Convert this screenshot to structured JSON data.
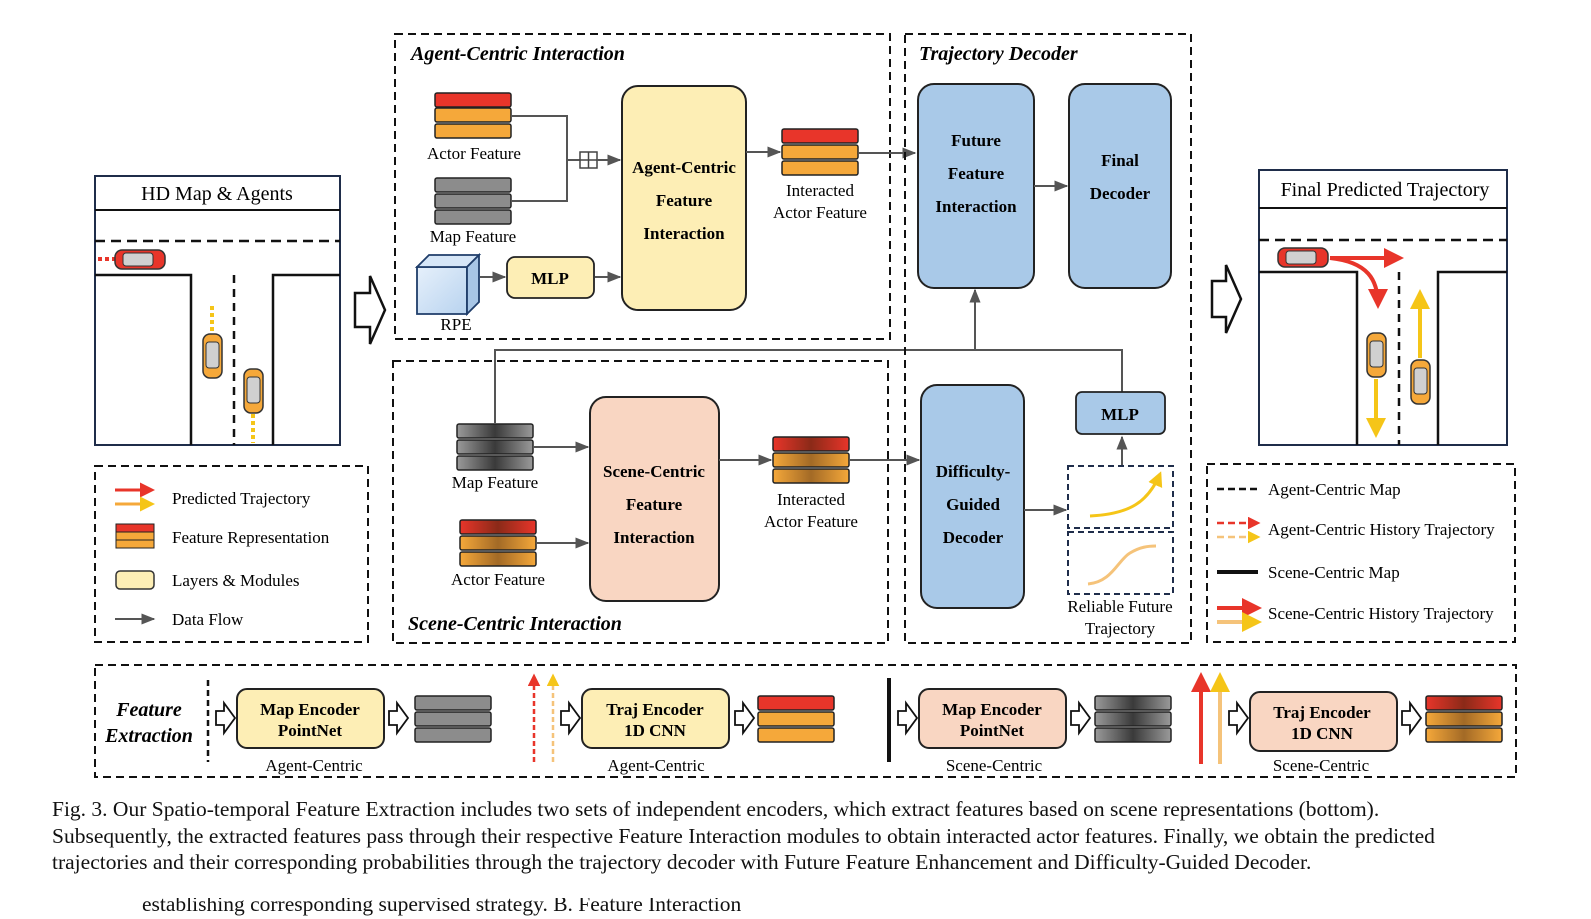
{
  "hd_map": {
    "title": "HD Map & Agents"
  },
  "agent_centric": {
    "title": "Agent-Centric Interaction",
    "actor_feature": "Actor Feature",
    "map_feature": "Map Feature",
    "rpe": "RPE",
    "mlp": "MLP",
    "module": [
      "Agent-Centric",
      "Feature",
      "Interaction"
    ],
    "output": [
      "Interacted",
      "Actor Feature"
    ]
  },
  "scene_centric": {
    "title": "Scene-Centric Interaction",
    "map_feature": "Map Feature",
    "actor_feature": "Actor  Feature",
    "module": [
      "Scene-Centric",
      "Feature",
      "Interaction"
    ],
    "output": [
      "Interacted",
      "Actor Feature"
    ]
  },
  "decoder": {
    "title": "Trajectory Decoder",
    "future": [
      "Future",
      "Feature",
      "Interaction"
    ],
    "final": [
      "Final",
      "Decoder"
    ],
    "difficulty": [
      "Difficulty-",
      "Guided",
      "Decoder"
    ],
    "mlp": "MLP",
    "reliable": [
      "Reliable Future",
      "Trajectory"
    ]
  },
  "final_panel": {
    "title": "Final Predicted Trajectory"
  },
  "legend_left": [
    {
      "label": "Predicted Trajectory"
    },
    {
      "label": "Feature Representation"
    },
    {
      "label": "Layers & Modules"
    },
    {
      "label": "Data Flow"
    }
  ],
  "legend_right": [
    {
      "label": "Agent-Centric Map"
    },
    {
      "label": "Agent-Centric History Trajectory"
    },
    {
      "label": "Scene-Centric Map"
    },
    {
      "label": "Scene-Centric History Trajectory"
    }
  ],
  "feature_extraction": {
    "title": [
      "Feature",
      "Extraction"
    ],
    "encoders": [
      {
        "line1": "Map Encoder",
        "line2": "PointNet",
        "caption": "Agent-Centric"
      },
      {
        "line1": "Traj Encoder",
        "line2": "1D CNN",
        "caption": "Agent-Centric"
      },
      {
        "line1": "Map Encoder",
        "line2": "PointNet",
        "caption": "Scene-Centric"
      },
      {
        "line1": "Traj Encoder",
        "line2": "1D CNN",
        "caption": "Scene-Centric"
      }
    ]
  },
  "caption": [
    "Fig. 3.  Our Spatio-temporal Feature Extraction includes two sets of independent encoders, which extract features based on scene representations (bottom).",
    "Subsequently, the extracted features pass through their respective Feature Interaction modules to obtain interacted actor features. Finally, we obtain the predicted",
    "trajectories and their corresponding probabilities through the trajectory decoder with Future Feature Enhancement and Difficulty-Guided Decoder."
  ],
  "partial_line": "establishing corresponding supervised strategy.  B.  Feature Interaction",
  "colors": {
    "red": "#e8352a",
    "orange": "#f5a83a",
    "yellow_module": "#fdeeb5",
    "blue_module": "#a9c9e8",
    "peach_module": "#f9d6c2",
    "gray": "#8c8c8c"
  }
}
